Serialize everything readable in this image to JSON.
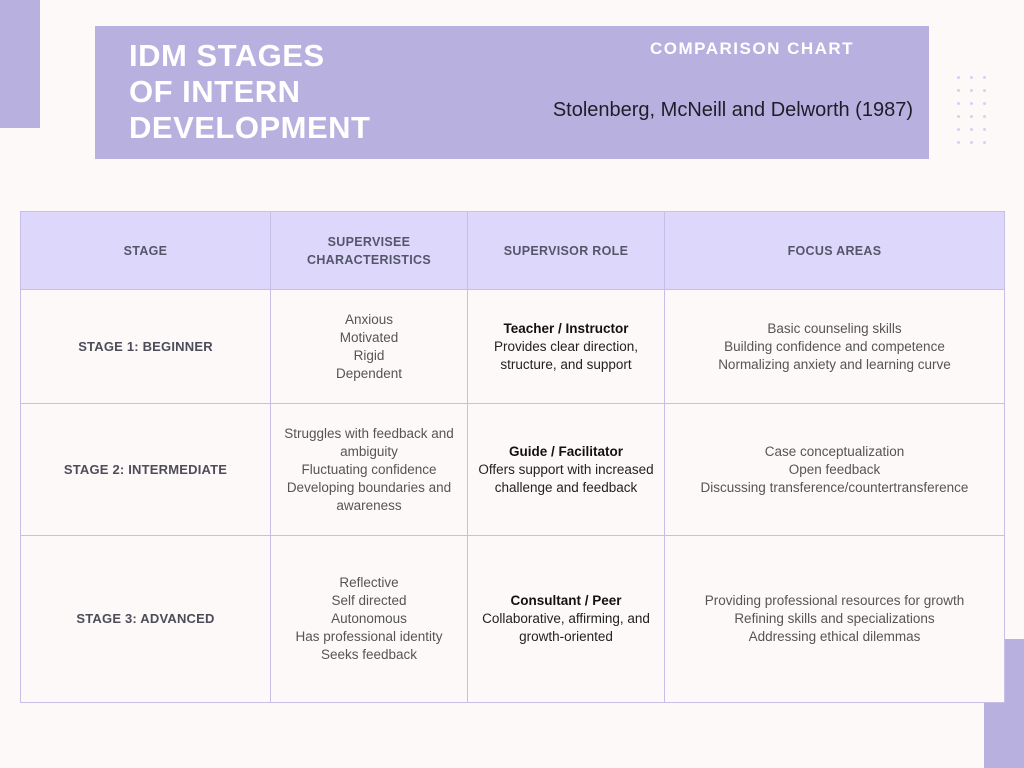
{
  "header": {
    "title_lines": [
      "IDM STAGES",
      "OF INTERN",
      "DEVELOPMENT"
    ],
    "subtitle": "COMPARISON CHART",
    "citation": "Stolenberg, McNeill and Delworth (1987)"
  },
  "table": {
    "headers": [
      "STAGE",
      "SUPERVISEE CHARACTERISTICS",
      "SUPERVISOR ROLE",
      "FOCUS AREAS"
    ],
    "rows": [
      {
        "stage": "STAGE 1: BEGINNER",
        "characteristics": [
          "Anxious",
          "Motivated",
          "Rigid",
          "Dependent"
        ],
        "role_title": "Teacher / Instructor",
        "role_desc": "Provides clear direction, structure, and support",
        "focus": [
          "Basic counseling skills",
          "Building confidence and competence",
          "Normalizing anxiety and learning curve"
        ]
      },
      {
        "stage": "STAGE 2: INTERMEDIATE",
        "characteristics": [
          "Struggles with feedback and ambiguity",
          "Fluctuating confidence",
          "Developing boundaries and awareness"
        ],
        "role_title": "Guide / Facilitator",
        "role_desc": "Offers support with increased challenge and feedback",
        "focus": [
          "Case conceptualization",
          "Open feedback",
          "Discussing transference/countertransference"
        ]
      },
      {
        "stage": "STAGE 3: ADVANCED",
        "characteristics": [
          "Reflective",
          "Self directed",
          "Autonomous",
          "Has professional identity",
          "Seeks feedback"
        ],
        "role_title": "Consultant / Peer",
        "role_desc": "Collaborative, affirming, and growth-oriented",
        "focus": [
          "Providing professional resources for growth",
          "Refining skills and specializations",
          "Addressing ethical dilemmas"
        ]
      }
    ]
  },
  "colors": {
    "banner": "#b8b1e0",
    "header_row": "#ddd8fb",
    "accent_bar": "#b8b0df",
    "background": "#fdf9f8"
  }
}
